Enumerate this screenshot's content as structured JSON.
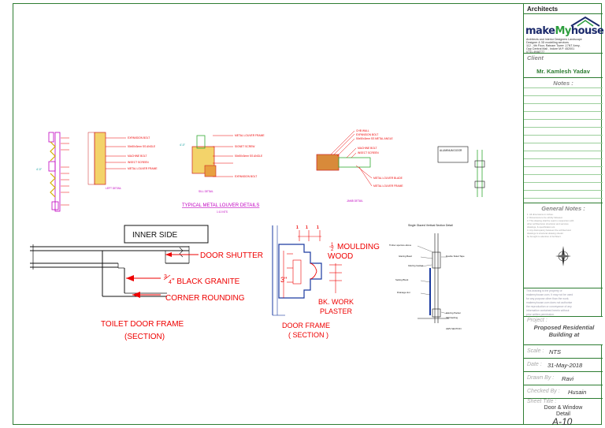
{
  "title_block": {
    "firm_header": "Architects",
    "logo": {
      "make": "make",
      "my": "My",
      "house": "house"
    },
    "firm_lines": [
      "Architects and Interior Designers Landscape",
      "Designer & 3D modelling services",
      "112 , 4th Floor, Ratnam Tower ,17NT Army,",
      "Opp Central Mall , Indore M.P. 452001",
      "0731-4948777"
    ],
    "client_label": "Client",
    "client_name": "Mr. Kamlesh Yadav",
    "notes_label": "Notes :",
    "general_notes_label": "General Notes :",
    "general_notes": [
      "1. All dimensions in inches.",
      "2. Dimensions to be strictly followed.",
      "3. This drawing shall be read in conjunction with",
      "   other architectural, structural, and services",
      "   drawings, & specification etc.",
      "4. Any discrepancy between the architectural",
      "   drawings & structural drawing should",
      "   be brought to attention of Architect."
    ],
    "property_notice": [
      "This drawing is the property of",
      "makemyhouse.com. It may not be used",
      "for any purpose other than the work.",
      "makemyhouse.com does not authorise",
      "the reproduction or conveyance of any",
      "information contained herein without",
      "prior written permission."
    ],
    "project_label": "Project :",
    "project_value": "Proposed Residential Building at",
    "scale_label": "Scale :",
    "scale_value": "NTS",
    "date_label": "Date :",
    "date_value": "31-May-2018",
    "drawn_label": "Drawn By :",
    "drawn_value": "Ravi",
    "checked_label": "Checked By :",
    "checked_value": "Husain",
    "sheet_title_label": "Sheet Title :",
    "sheet_title_value_1": "Door & Window",
    "sheet_title_value_2": "Detail",
    "sheet_number": "A-10"
  },
  "toilet_door_frame": {
    "inner_side": "INNER SIDE",
    "door_shutter": "DOOR SHUTTER",
    "granite_num": "3",
    "granite_den": "4",
    "granite_text": "\" BLACK GRANITE",
    "corner": "CORNER ROUNDING",
    "title": "TOILET DOOR FRAME",
    "subtitle": "(SECTION)"
  },
  "door_frame": {
    "moulding": "MOULDING",
    "wood": "WOOD",
    "three_in": "3\"",
    "bk_work": "BK. WORK",
    "plaster": "PLASTER",
    "title": "DOOR FRAME",
    "subtitle": "( SECTION )"
  },
  "louver": {
    "title": "TYPICAL METAL LOUVER DETAILS",
    "subtitle": "1:10 NTS",
    "labels_mid": [
      "METAL LOUVER FRAME",
      "SIGNET SCREW",
      "50x50x3mm SS ANGLE",
      "EXPANSION BOLT"
    ],
    "labels_right": [
      "CHB WALL",
      "EXPANSION BOLT",
      "50x50x3mm SS METAL ANGLE",
      "MACHINE BOLT",
      "INSECT SCREEN",
      "METAL LOUVER BLADE",
      "METAL LOUVER FRAME"
    ],
    "labels_left": [
      "EXPANSION BOLT",
      "50x50x3mm SS ANGLE",
      "MACHINE BOLT",
      "INSECT SCREEN",
      "METAL LOUVER FRAME"
    ],
    "detail_captions": [
      "LEFT DETAIL",
      "SILL DETAIL",
      "JAMB DETAIL"
    ],
    "tag": "ALUMINUM DOOR"
  },
  "window_section": {
    "title": "Single Glazed Vertical Section Detail",
    "labels": [
      "Timber aperture above",
      "Glazing Bead",
      "Glazing Gasket",
      "Double Sided Tape",
      "Setting Block",
      "Drainage slot",
      "Glazing Packer",
      "Sill Flashing"
    ],
    "caption": "AWS SECTION"
  }
}
